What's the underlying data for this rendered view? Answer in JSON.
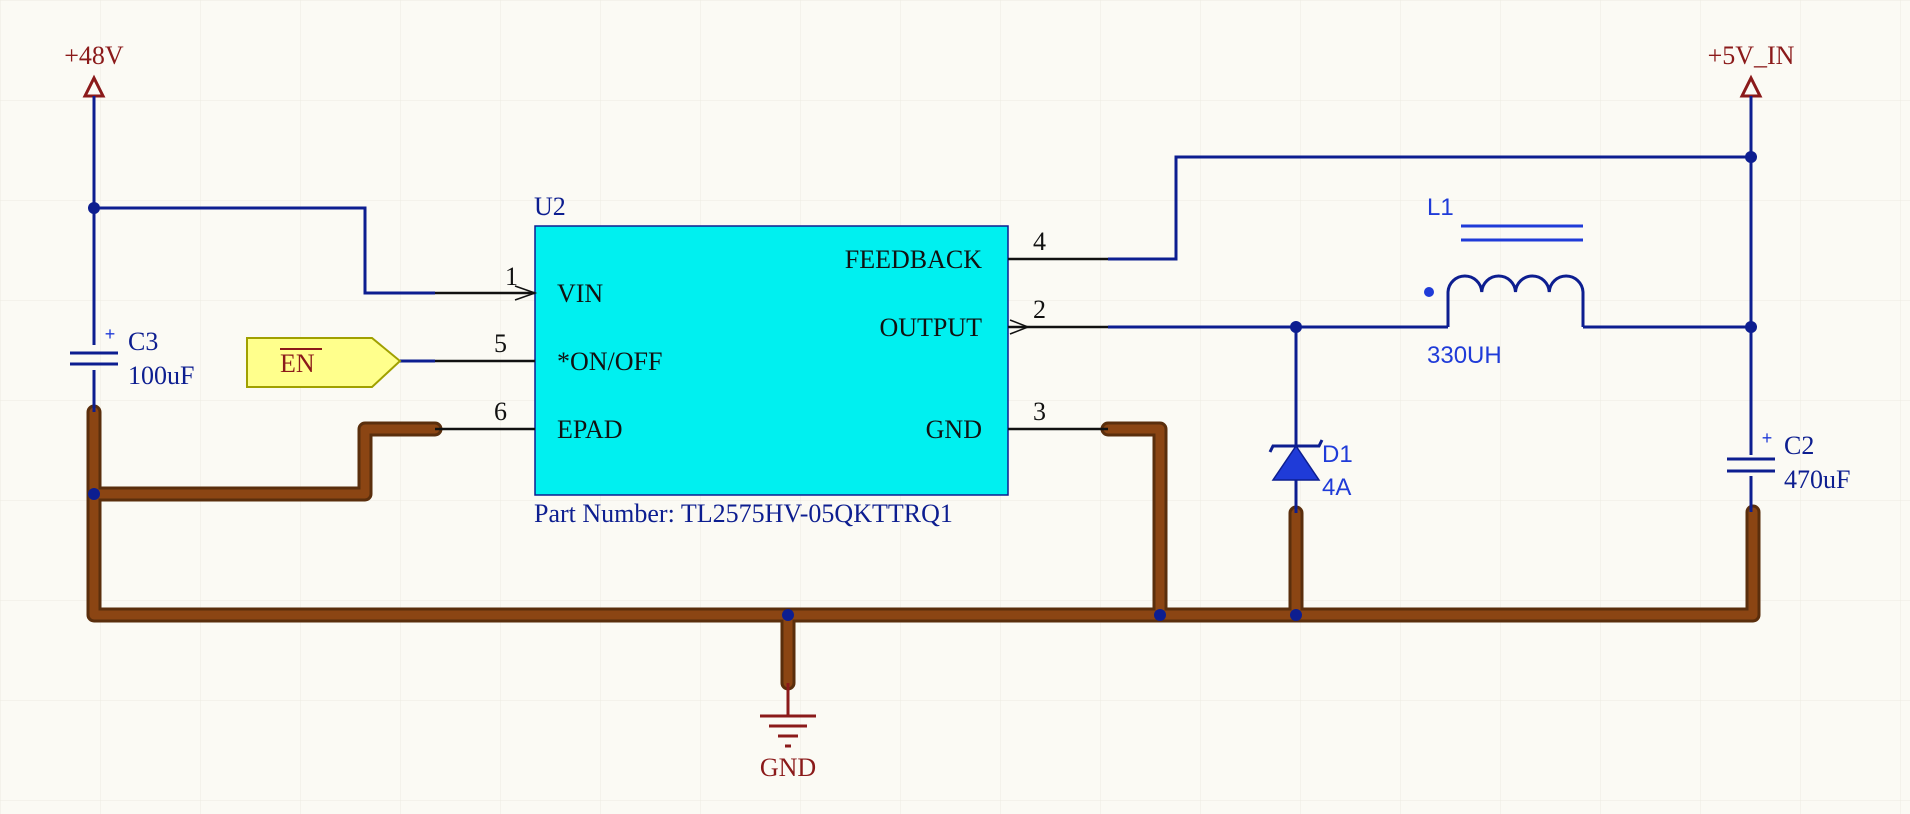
{
  "colors": {
    "background": "#fbfaf4",
    "grid": "#ecebe2",
    "wire": "#0d1e90",
    "bus": "#5a2e0c",
    "bus_core": "#8b4513",
    "ic_fill": "#00f0f0",
    "power_label": "#8b1a1a",
    "port_fill": "#ffff8c",
    "port_stroke": "#a0a000",
    "component_blue": "#1f3bd8",
    "pin_line": "#111111"
  },
  "power": {
    "v48": "+48V",
    "v5": "+5V_IN",
    "gnd": "GND"
  },
  "port": {
    "name": "EN"
  },
  "ic": {
    "designator": "U2",
    "part_number": "Part Number: TL2575HV-05QKTTRQ1",
    "pins": [
      {
        "num": "1",
        "name": "VIN"
      },
      {
        "num": "5",
        "name": "*ON/OFF"
      },
      {
        "num": "6",
        "name": "EPAD"
      },
      {
        "num": "4",
        "name": "FEEDBACK"
      },
      {
        "num": "2",
        "name": "OUTPUT"
      },
      {
        "num": "3",
        "name": "GND"
      }
    ]
  },
  "components": {
    "c3": {
      "designator": "C3",
      "value": "100uF",
      "polarity": "+"
    },
    "c2": {
      "designator": "C2",
      "value": "470uF",
      "polarity": "+"
    },
    "l1": {
      "designator": "L1",
      "value": "330UH"
    },
    "d1": {
      "designator": "D1",
      "value": "4A"
    }
  }
}
